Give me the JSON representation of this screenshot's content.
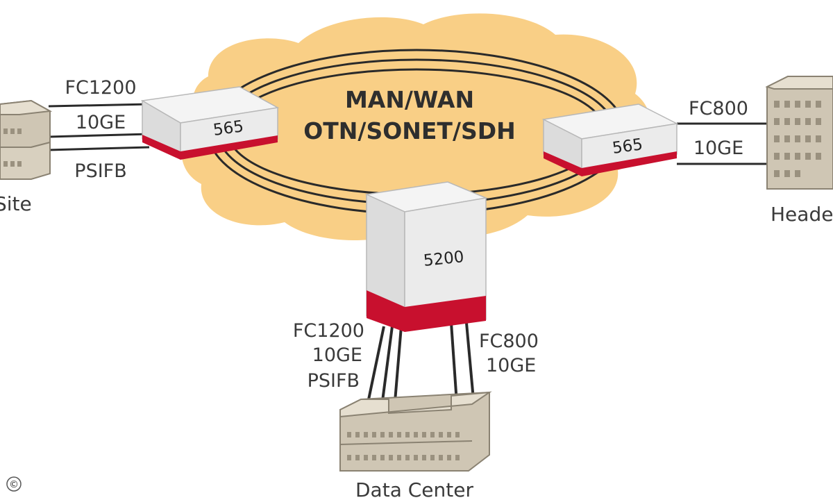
{
  "cloud": {
    "line1": "MAN/WAN",
    "line2": "OTN/SONET/SDH"
  },
  "devices": {
    "left_node": "565",
    "right_node": "565",
    "center_node": "5200"
  },
  "sites": {
    "left_site_label": "Site",
    "right_site_label": "Heade",
    "data_center_label": "Data Center"
  },
  "links": {
    "left": [
      "FC1200",
      "10GE",
      "PSIFB"
    ],
    "right": [
      "FC800",
      "10GE"
    ],
    "bottom_left": [
      "FC1200",
      "10GE",
      "PSIFB"
    ],
    "bottom_right": [
      "FC800",
      "10GE"
    ]
  },
  "copyright_symbol": "©",
  "colors": {
    "cloud": "#f9cf86",
    "device_body": "#e9e9e9",
    "device_accent": "#c8102e",
    "building": "#cfc6b4",
    "ring": "#2a2a2a"
  }
}
